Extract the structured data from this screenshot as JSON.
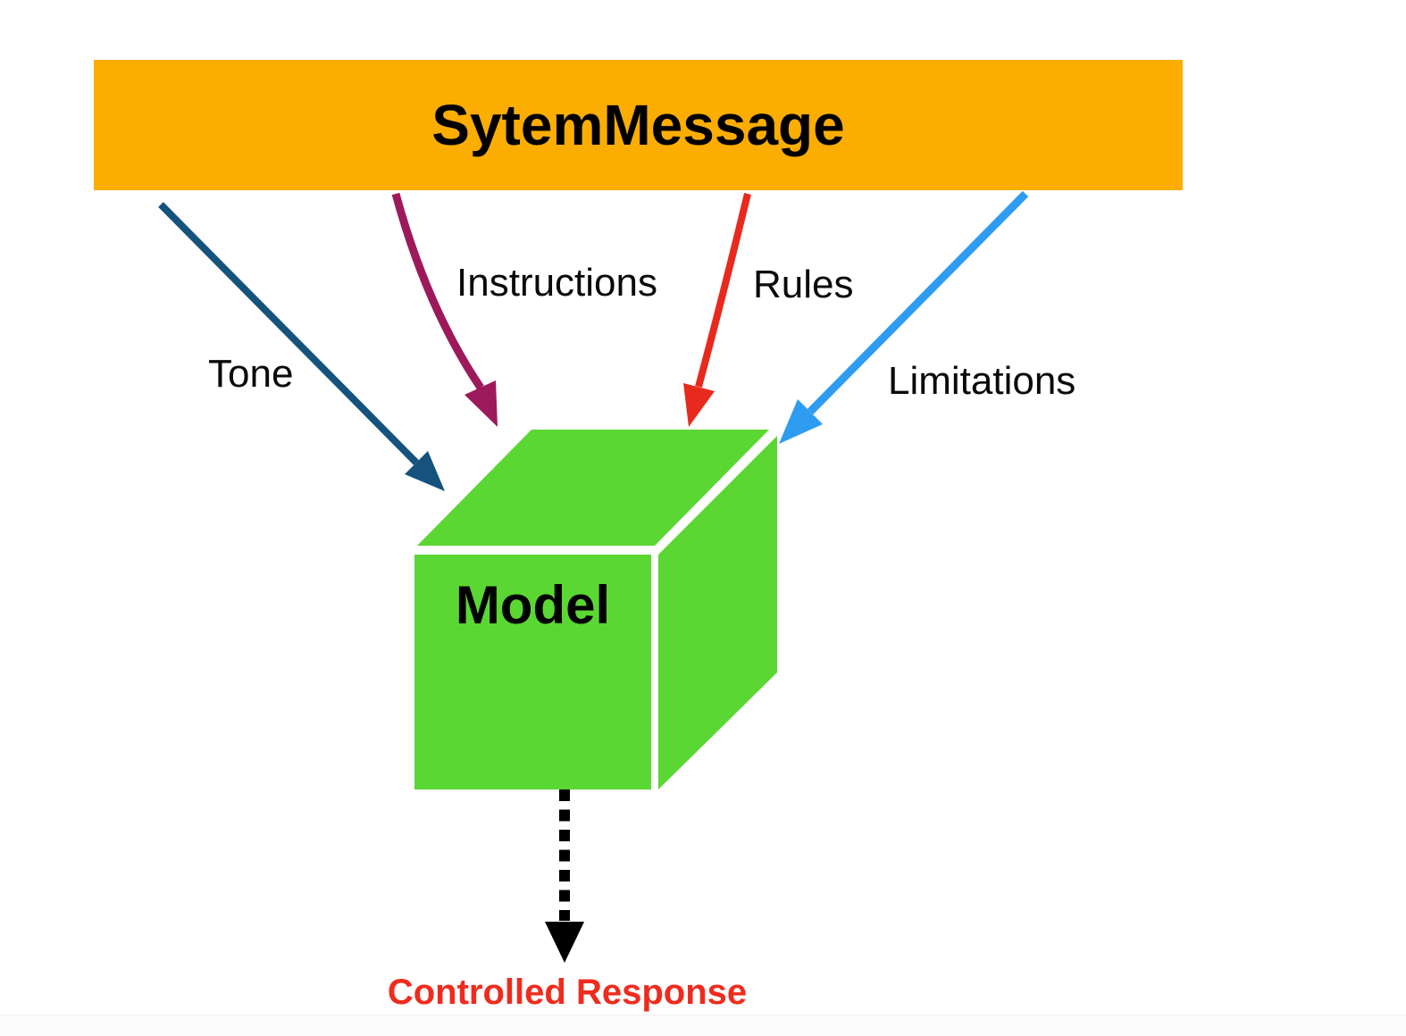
{
  "banner": {
    "label": "SytemMessage",
    "color": "#FBAD02",
    "text_color": "#000000"
  },
  "inputs": [
    {
      "label": "Tone",
      "color": "#15537E"
    },
    {
      "label": "Instructions",
      "color": "#9C1A5B"
    },
    {
      "label": "Rules",
      "color": "#E8291D"
    },
    {
      "label": "Limitations",
      "color": "#2E9CF1"
    }
  ],
  "cube": {
    "label": "Model",
    "color": "#5BD733",
    "text_color": "#000000"
  },
  "output": {
    "label": "Controlled Response",
    "color": "#F02B1D",
    "arrow_color": "#000000"
  }
}
